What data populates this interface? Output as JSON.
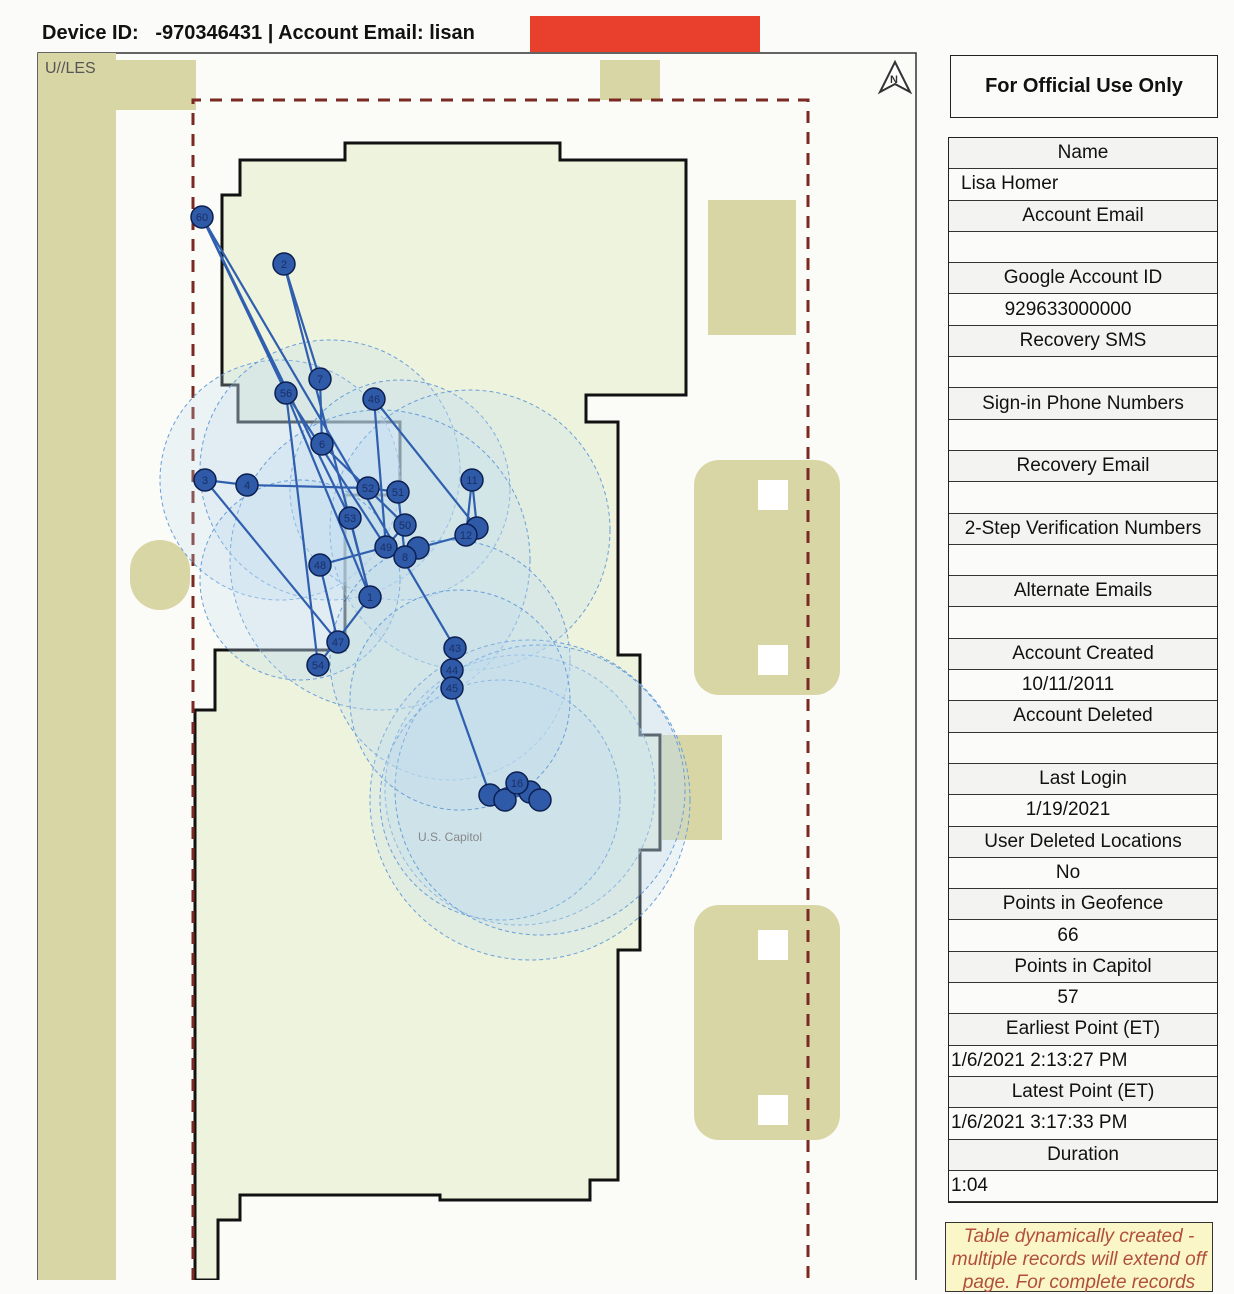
{
  "header": {
    "text": "Device ID:   -970346431 | Account Email: lisan"
  },
  "map": {
    "classification": "U//LES",
    "place_label": "U.S. Capitol",
    "point_labels": [
      "60",
      "2",
      "7",
      "56",
      "46",
      "6",
      "3",
      "4",
      "11",
      "52",
      "51",
      "53",
      "50",
      "49",
      "8",
      "",
      "12",
      "",
      "48",
      "1",
      "47",
      "54",
      "43",
      "44",
      "45",
      "",
      "16",
      "",
      "",
      ""
    ]
  },
  "panel": {
    "title": "For Official Use Only",
    "rows": [
      {
        "label": "Name",
        "value": "Lisa Homer"
      },
      {
        "label": "Account Email",
        "value": ""
      },
      {
        "label": "Google Account ID",
        "value": "929633000000"
      },
      {
        "label": "Recovery SMS",
        "value": ""
      },
      {
        "label": "Sign-in Phone Numbers",
        "value": ""
      },
      {
        "label": "Recovery Email",
        "value": ""
      },
      {
        "label": "2-Step Verification Numbers",
        "value": ""
      },
      {
        "label": "Alternate Emails",
        "value": ""
      },
      {
        "label": "Account Created",
        "value": "10/11/2011"
      },
      {
        "label": "Account Deleted",
        "value": ""
      },
      {
        "label": "Last Login",
        "value": "1/19/2021"
      },
      {
        "label": "User Deleted Locations",
        "value": "No"
      },
      {
        "label": "Points in Geofence",
        "value": "66"
      },
      {
        "label": "Points in Capitol",
        "value": "57"
      },
      {
        "label": "Earliest Point (ET)",
        "value": "1/6/2021 2:13:27 PM"
      },
      {
        "label": "Latest Point (ET)",
        "value": "1/6/2021 3:17:33 PM"
      },
      {
        "label": "Duration",
        "value": "1:04"
      }
    ],
    "note": "Table dynamically created - multiple records will extend off page. For complete records"
  }
}
